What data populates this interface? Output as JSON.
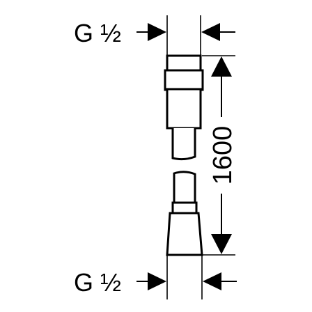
{
  "labels": {
    "top_thread": "G ½",
    "bottom_thread": "G ½",
    "length": "1600"
  }
}
